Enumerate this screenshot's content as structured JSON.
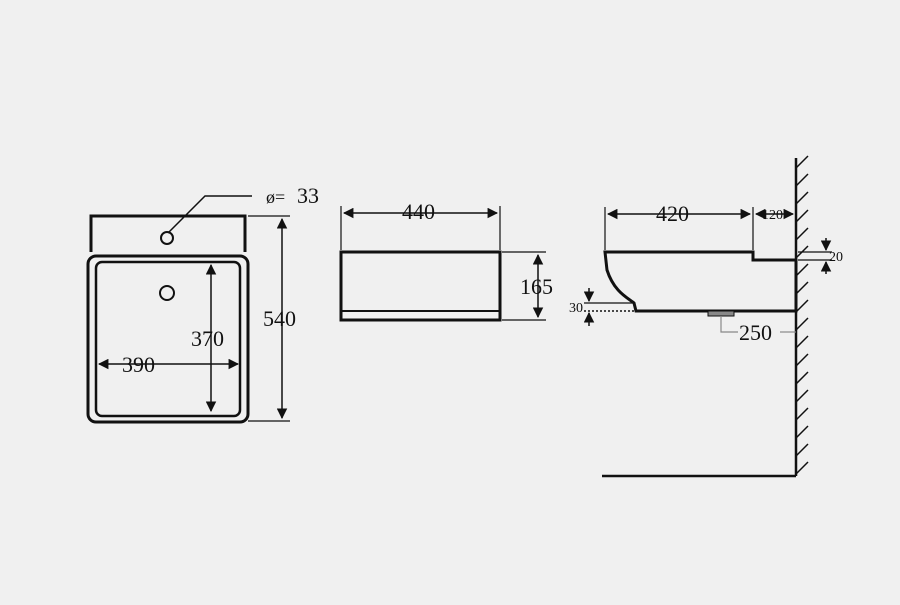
{
  "dimensions": {
    "hole_diameter_symbol": "ø=",
    "hole_diameter": "33",
    "top_width": "440",
    "top_height": "165",
    "front_depth": "540",
    "front_inner_width": "390",
    "front_inner_depth": "370",
    "side_projection": "420",
    "side_wall_gap": "120",
    "side_flange": "20",
    "side_drop": "30",
    "side_drain_offset": "250"
  },
  "colors": {
    "line": "#111111",
    "background": "#f0f0f0",
    "leader": "#888888"
  }
}
